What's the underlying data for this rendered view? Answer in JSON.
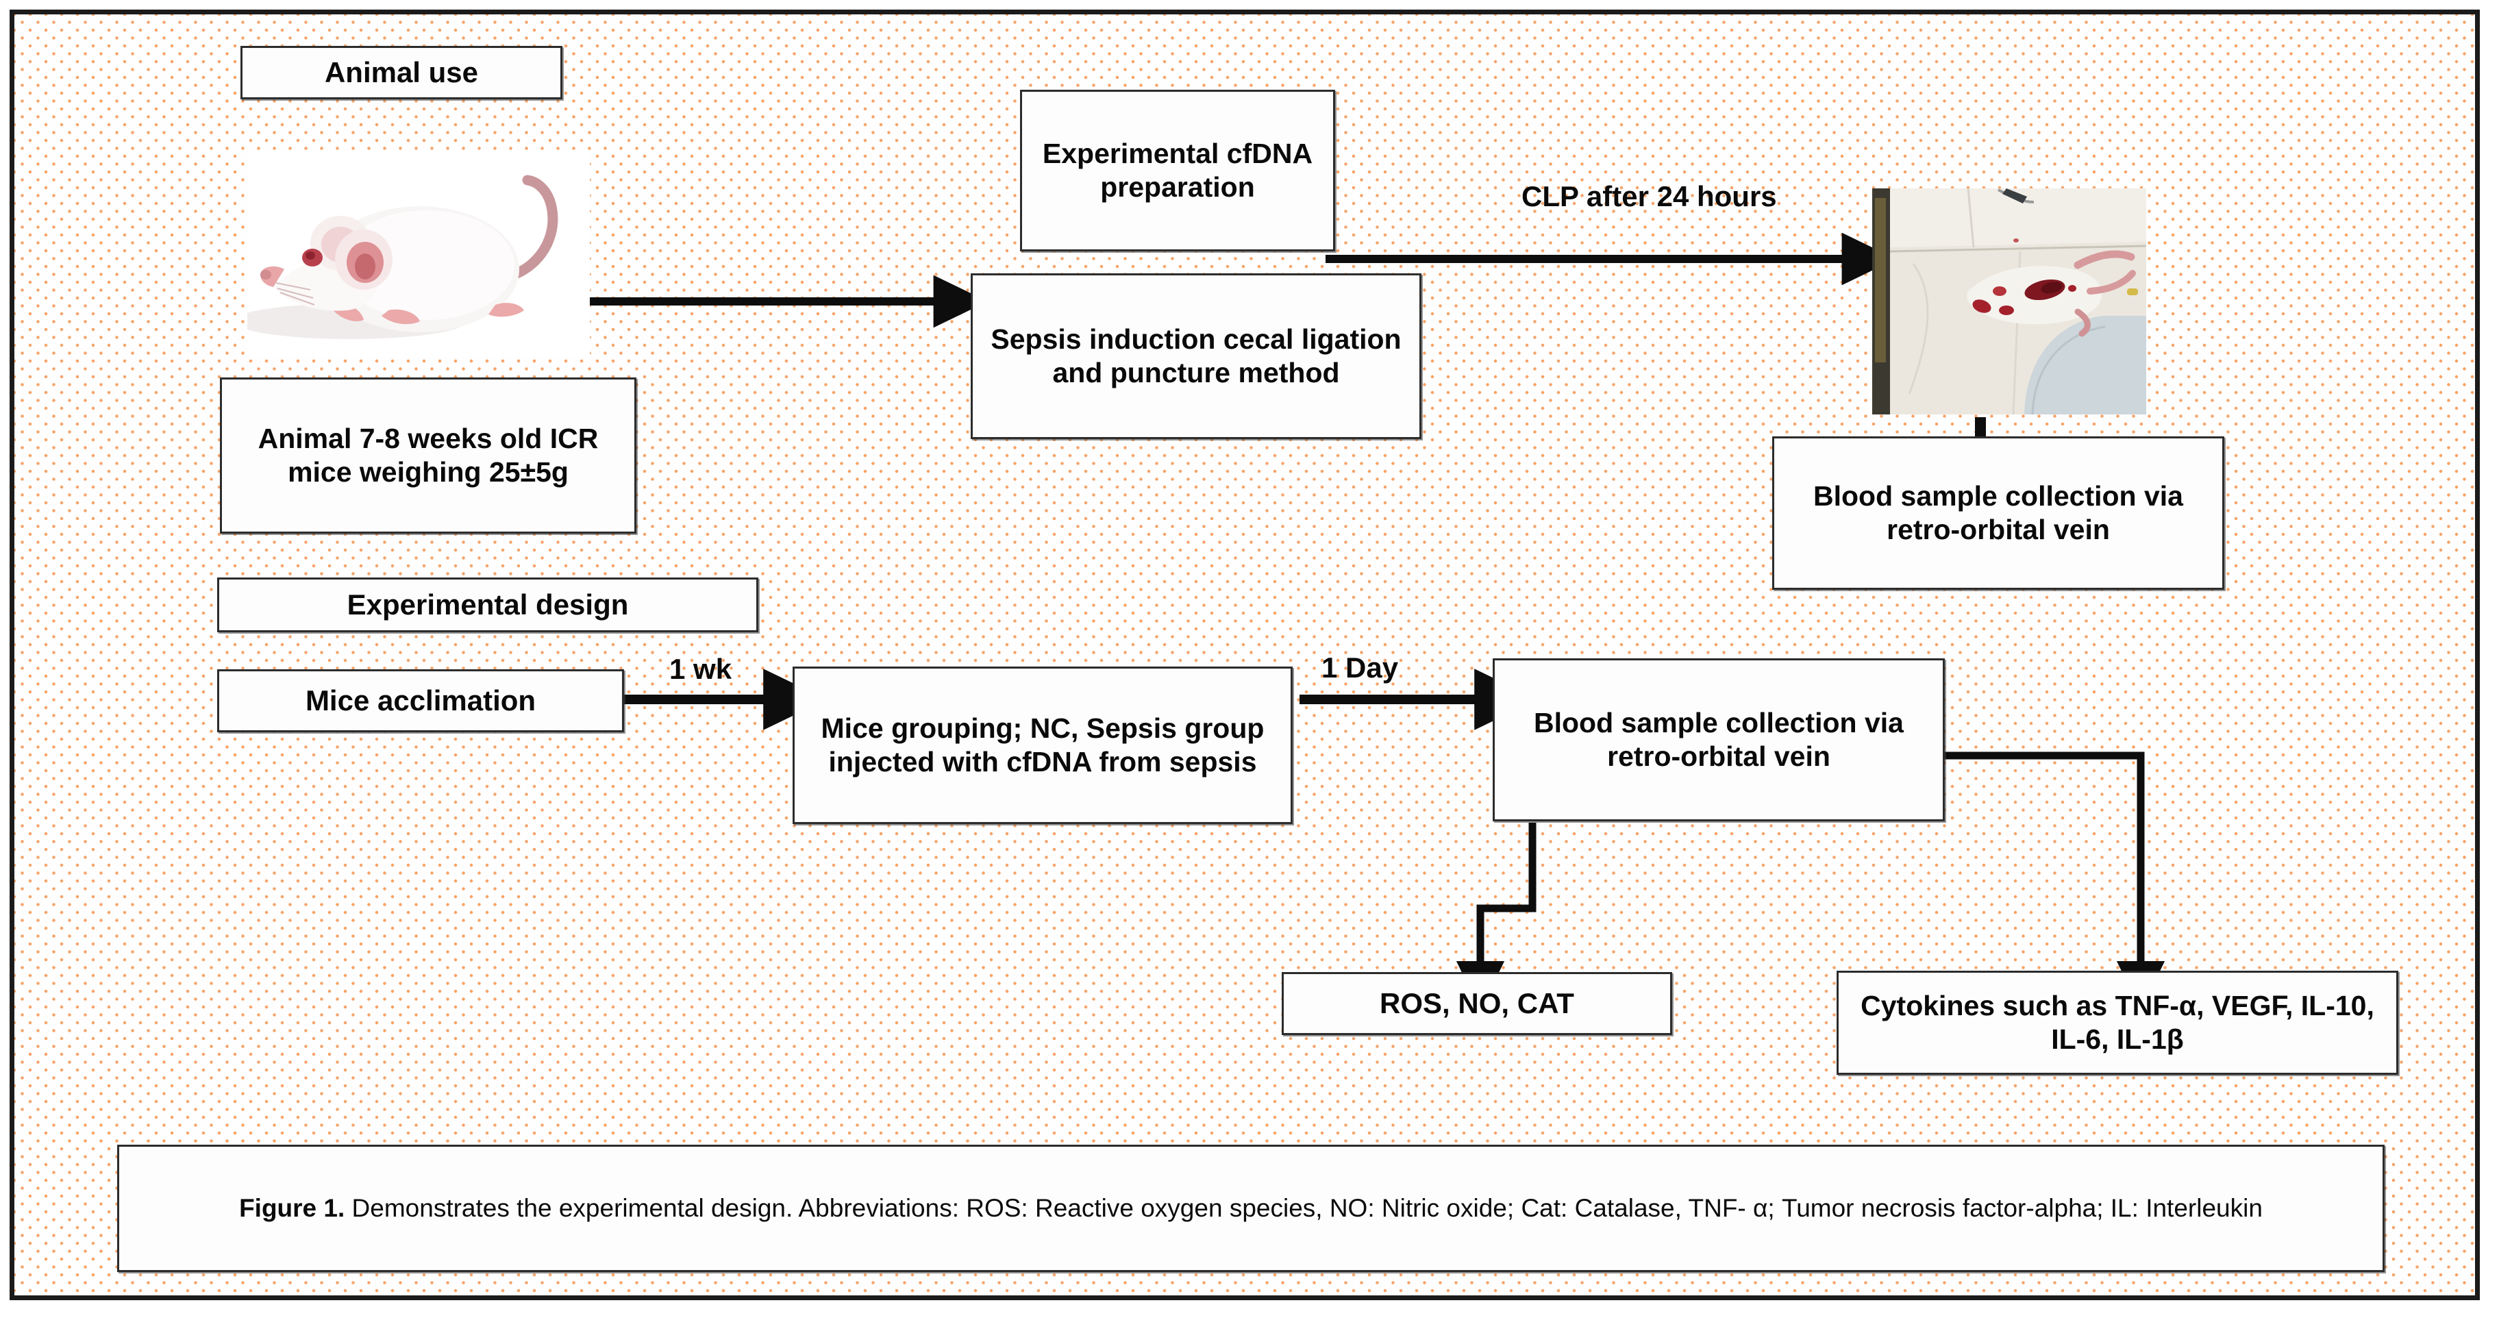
{
  "figure": {
    "background_color": "#fefefe",
    "dot_color": "#f6a469",
    "border_color": "#1b1b1b",
    "box_border_color": "#2c2c2c"
  },
  "section_headers": {
    "animal_use": "Animal use",
    "experimental_design": "Experimental design"
  },
  "boxes": {
    "animal_spec": "Animal 7-8 weeks old ICR mice weighing 25±5g",
    "cfdna_prep": "Experimental cfDNA preparation",
    "sepsis_induction": "Sepsis induction cecal ligation and puncture method",
    "blood_collection_top": "Blood sample collection via retro-orbital vein",
    "mice_acclimation": "Mice acclimation",
    "mice_grouping": "Mice grouping; NC, Sepsis group injected with cfDNA from sepsis",
    "blood_collection_bottom": "Blood sample collection via retro-orbital vein",
    "assays_ros": "ROS, NO, CAT",
    "assays_cytokines": "Cytokines  such as TNF-α, VEGF, IL-10, IL-6, IL-1β"
  },
  "arrow_labels": {
    "clp": "CLP after 24 hours",
    "one_week": "1 wk",
    "one_day": "1 Day"
  },
  "photos": {
    "mouse": "white-laboratory-mouse-photo",
    "surgery": "clp-surgery-mouse-photo"
  },
  "caption": {
    "prefix": "Figure 1.",
    "text": " Demonstrates the experimental design. Abbreviations: ROS: Reactive oxygen species, NO: Nitric oxide; Cat: Catalase, TNF- α; Tumor necrosis factor-alpha; IL: Interleukin"
  }
}
